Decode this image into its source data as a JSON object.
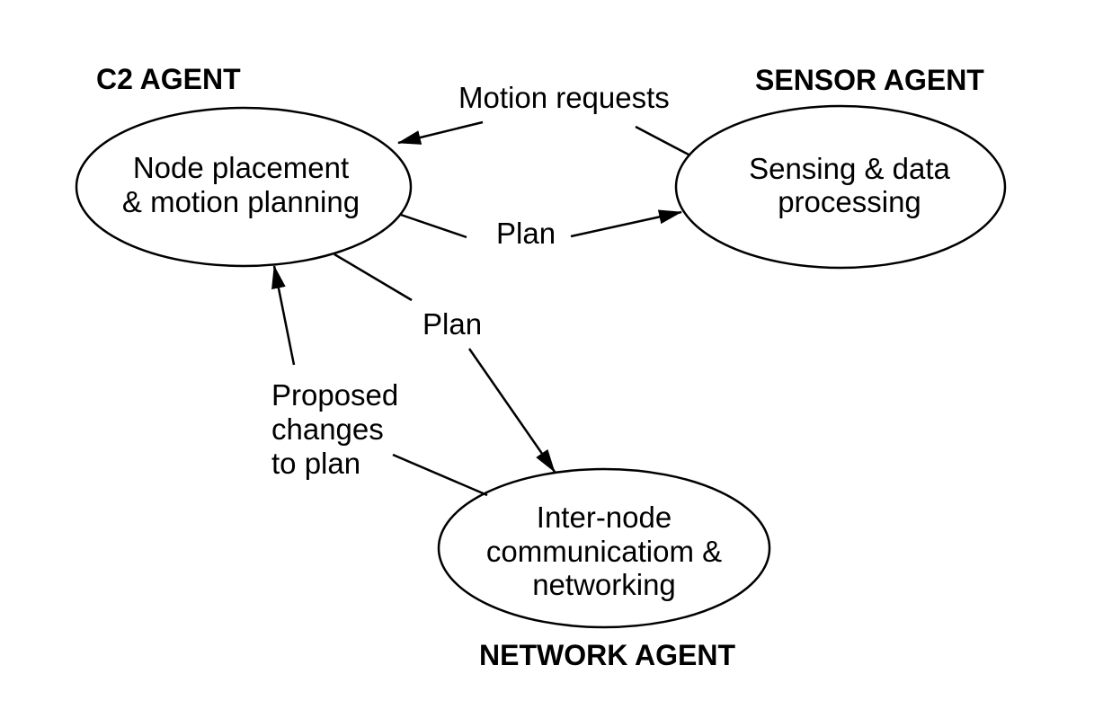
{
  "diagram": {
    "background_color": "#ffffff",
    "line_color": "#000000",
    "text_color": "#000000",
    "agents": [
      {
        "id": "c2",
        "title": "C2 AGENT",
        "lines": [
          "Node placement",
          "& motion planning"
        ]
      },
      {
        "id": "sensor",
        "title": "SENSOR AGENT",
        "lines": [
          "Sensing & data",
          "processing"
        ]
      },
      {
        "id": "network",
        "title": "NETWORK AGENT",
        "lines": [
          "Inter-node",
          "communicatiom &",
          "networking"
        ]
      }
    ],
    "edges": [
      {
        "label": "Motion requests",
        "from": "sensor",
        "to": "c2"
      },
      {
        "label": "Plan",
        "from": "c2",
        "to": "sensor"
      },
      {
        "label": "Plan",
        "from": "c2",
        "to": "network"
      },
      {
        "label": "Proposed changes to plan",
        "label_lines": [
          "Proposed",
          "changes",
          "to plan"
        ],
        "from": "network",
        "to": "c2"
      }
    ]
  }
}
